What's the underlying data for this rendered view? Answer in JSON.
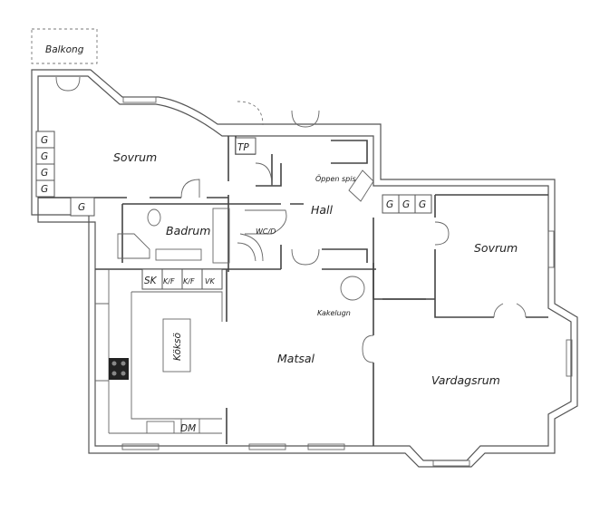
{
  "plan": {
    "rooms": {
      "balcony": "Balkong",
      "bedroom_left": "Sovrum",
      "bathroom": "Badrum",
      "hall": "Hall",
      "wc": "WC/D",
      "tp": "TP",
      "fireplace": "Öppen spis",
      "bedroom_right": "Sovrum",
      "tiled_stove": "Kakelugn",
      "kitchen_island": "Köksö",
      "dining": "Matsal",
      "living": "Vardagsrum"
    },
    "closet_label": "G",
    "kitchen_units": [
      "SK",
      "K/F",
      "K/F",
      "VK"
    ],
    "dishwasher": "DM"
  }
}
